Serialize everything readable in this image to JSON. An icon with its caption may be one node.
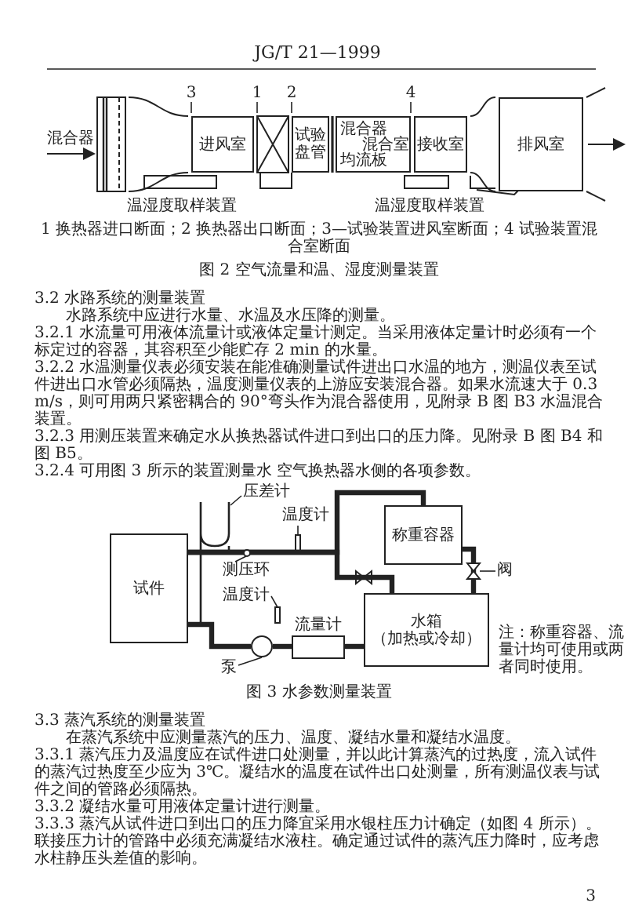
{
  "diagram": {
    "nodes": [
      {
        "text": [
          "混合器"
        ]
      },
      {
        "text": [
          "进风室"
        ]
      },
      {
        "text": [
          "试验盘管"
        ]
      },
      {
        "text": [],
        "shape": "box"
      },
      {
        "text": [
          "混合器"
        ],
        "in": 3
      },
      {
        "text": [
          "混合室"
        ],
        "in": 3
      },
      {
        "text": [
          "均流板"
        ],
        "in": 3
      },
      {
        "text": [
          "接收室"
        ]
      },
      {
        "text": [
          "排风室"
        ]
      },
      {
        "text": [
          "压差计"
        ]
      },
      {
        "text": [
          "温度计"
        ]
      },
      {
        "text": [
          "称重容器"
        ]
      },
      {
        "text": [
          "试件"
        ]
      },
      {
        "text": [
          "测压环"
        ]
      },
      {
        "text": [
          "阀"
        ]
      },
      {
        "text": [
          "温度计"
        ]
      },
      {
        "text": [
          "水箱",
          "（加热或冷却）"
        ],
        "beside": [
          "注：称重容器、流量计均可使用或两者同时使用。"
        ]
      },
      {
        "text": [
          "流量计"
        ]
      },
      {
        "text": [],
        "shape": "circle"
      },
      {
        "text": [
          "泵"
        ]
      },
      {
        "text": [],
        "shape": "circle"
      },
      {
        "text": [],
        "shape": "valve"
      }
    ],
    "edges": [
      {
        "from": 12,
        "to": 11,
        "arrow": "none",
        "style": "thick"
      },
      {
        "from": 12,
        "to": 16,
        "arrow": "none",
        "style": "thick"
      },
      {
        "from": 11,
        "to": 16,
        "arrow": "none",
        "style": "thick"
      },
      {
        "from": 16,
        "to": 17,
        "arrow": "none",
        "style": "thick"
      },
      {
        "from": 17,
        "to": 18,
        "arrow": "none",
        "style": "thick"
      },
      {
        "from": 18,
        "to": 12,
        "arrow": "none",
        "style": "thick"
      },
      {
        "from": 9,
        "to": null,
        "arrow": "none"
      },
      {
        "from": 10,
        "to": null,
        "arrow": "none"
      },
      {
        "from": 13,
        "to": 20,
        "arrow": "none"
      },
      {
        "from": 15,
        "to": null,
        "arrow": "none"
      },
      {
        "from": 14,
        "to": 21,
        "arrow": "none"
      },
      {
        "from": 19,
        "to": 18,
        "arrow": "none"
      }
    ],
    "labels": [
      "JG/T 21—1999",
      "3",
      "1",
      "2",
      "4",
      "温湿度取样装置",
      "温湿度取样装置",
      "1 换热器进口断面；2 换热器出口断面；3—试验装置进风室断面；4 试验装置混合室断面",
      "图 2 空气流量和温、湿度测量装置",
      "3.2 水路系统的测量装置",
      "水路系统中应进行水量、水温及水压降的测量。",
      "3.2.1 水流量可用液体流量计或液体定量计测定。当采用液体定量计时必须有一个标定过的容器，其容积至少能贮存 2 min 的水量。",
      "3.2.2 水温测量仪表必须安装在能准确测量试件进出口水温的地方，测温仪表至试件进出口水管必须隔热，温度测量仪表的上游应安装混合器。如果水流速大于 0.3 m/s，则可用两只紧密耦合的 90°弯头作为混合器使用，见附录 B 图 B3 水温混合装置。",
      "3.2.3 用测压装置来确定水从换热器试件进口到出口的压力降。见附录 B 图 B4 和图 B5。",
      "3.2.4 可用图 3 所示的装置测量水 空气换热器水侧的各项参数。",
      "图 3 水参数测量装置",
      "3.3 蒸汽系统的测量装置",
      "在蒸汽系统中应测量蒸汽的压力、温度、凝结水量和凝结水温度。",
      "3.3.1 蒸汽压力及温度应在试件进口处测量，并以此计算蒸汽的过热度，流入试件的蒸汽过热度至少应为 3℃。凝结水的温度在试件出口处测量，所有测温仪表与试件之间的管路必须隔热。",
      "3.3.2 凝结水量可用液体定量计进行测量。",
      "3.3.3 蒸汽从试件进口到出口的压力降宜采用水银柱压力计确定（如图 4 所示）。联接压力计的管路中必须充满凝结水液柱。确定通过试件的蒸汽压力降时，应考虑水柱静压头差值的影响。",
      "3"
    ]
  }
}
